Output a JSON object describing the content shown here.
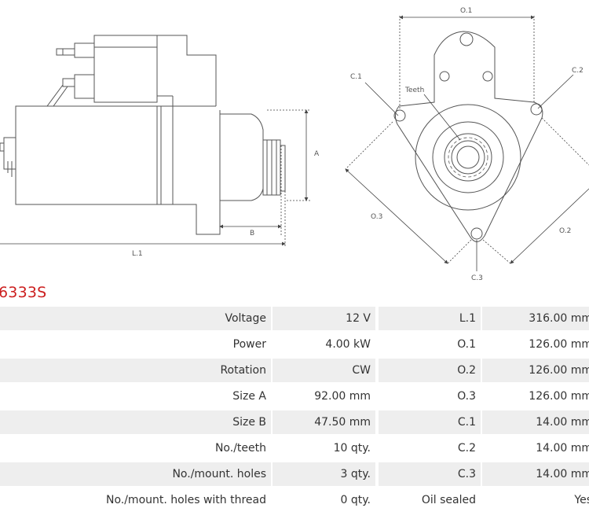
{
  "product": {
    "part_number": "6333S"
  },
  "drawing": {
    "labels": {
      "a": "A",
      "b": "B",
      "l1": "L.1",
      "o1": "O.1",
      "o2": "O.2",
      "o3": "O.3",
      "c1": "C.1",
      "c2": "C.2",
      "c3": "C.3",
      "teeth": "Teeth"
    }
  },
  "specs": {
    "rows": [
      {
        "label": "Voltage",
        "value": "12 V",
        "label2": "L.1",
        "value2": "316.00 mm"
      },
      {
        "label": "Power",
        "value": "4.00 kW",
        "label2": "O.1",
        "value2": "126.00 mm"
      },
      {
        "label": "Rotation",
        "value": "CW",
        "label2": "O.2",
        "value2": "126.00 mm"
      },
      {
        "label": "Size A",
        "value": "92.00 mm",
        "label2": "O.3",
        "value2": "126.00 mm"
      },
      {
        "label": "Size B",
        "value": "47.50 mm",
        "label2": "C.1",
        "value2": "14.00 mm"
      },
      {
        "label": "No./teeth",
        "value": "10 qty.",
        "label2": "C.2",
        "value2": "14.00 mm"
      },
      {
        "label": "No./mount. holes",
        "value": "3 qty.",
        "label2": "C.3",
        "value2": "14.00 mm"
      },
      {
        "label": "No./mount. holes with thread",
        "value": "0 qty.",
        "label2": "Oil sealed",
        "value2": "Yes"
      }
    ]
  }
}
